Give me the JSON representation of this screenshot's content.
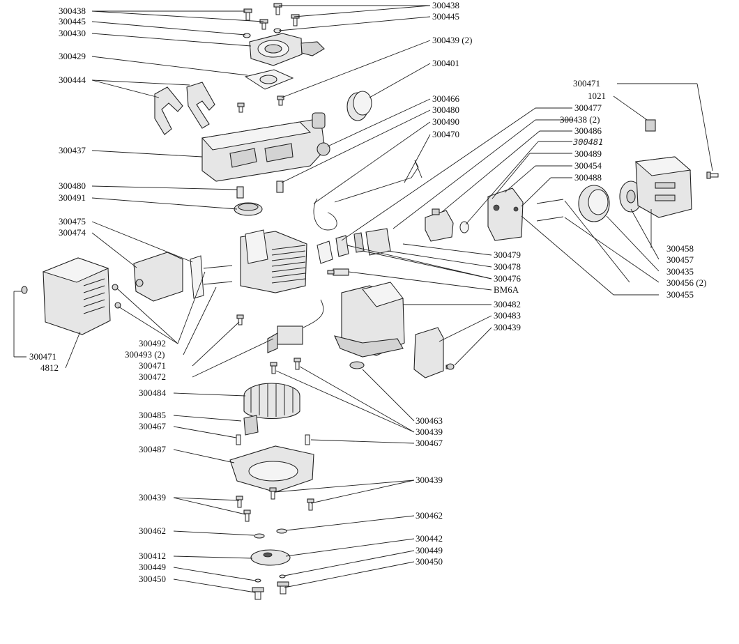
{
  "diagram": {
    "labels": {
      "l_300438_a": "300438",
      "l_300445_a": "300445",
      "l_300430": "300430",
      "l_300429": "300429",
      "l_300444": "300444",
      "l_300437": "300437",
      "l_300480_a": "300480",
      "l_300491": "300491",
      "l_300475": "300475",
      "l_300474": "300474",
      "l_300492": "300492",
      "l_300493": "300493 (2)",
      "l_300471_a": "300471",
      "l_300472": "300472",
      "l_300471_b": "300471",
      "l_4812": "4812",
      "l_300484": "300484",
      "l_300485": "300485",
      "l_300467_a": "300467",
      "l_300487": "300487",
      "l_300439_a": "300439",
      "l_300462_a": "300462",
      "l_300412": "300412",
      "l_300449_a": "300449",
      "l_300450_a": "300450",
      "l_300438_b": "300438",
      "l_300445_b": "300445",
      "l_300439_2": "300439 (2)",
      "l_300401": "300401",
      "l_300466": "300466",
      "l_300480_b": "300480",
      "l_300490": "300490",
      "l_300470": "300470",
      "l_300477": "300477",
      "l_300438_2": "300438 (2)",
      "l_300486": "300486",
      "l_300481": "300481",
      "l_300489": "300489",
      "l_300454": "300454",
      "l_300488": "300488",
      "l_300471_c": "300471",
      "l_1021": "1021",
      "l_300479": "300479",
      "l_300478": "300478",
      "l_300476": "300476",
      "l_bm6a": "BM6A",
      "l_300482": "300482",
      "l_300483": "300483",
      "l_300439_b": "300439",
      "l_300458": "300458",
      "l_300457": "300457",
      "l_300435": "300435",
      "l_300456": "300456 (2)",
      "l_300455": "300455",
      "l_300463": "300463",
      "l_300439_c": "300439",
      "l_300467_b": "300467",
      "l_300439_d": "300439",
      "l_300462_b": "300462",
      "l_300442": "300442",
      "l_300449_b": "300449",
      "l_300450_b": "300450"
    }
  }
}
